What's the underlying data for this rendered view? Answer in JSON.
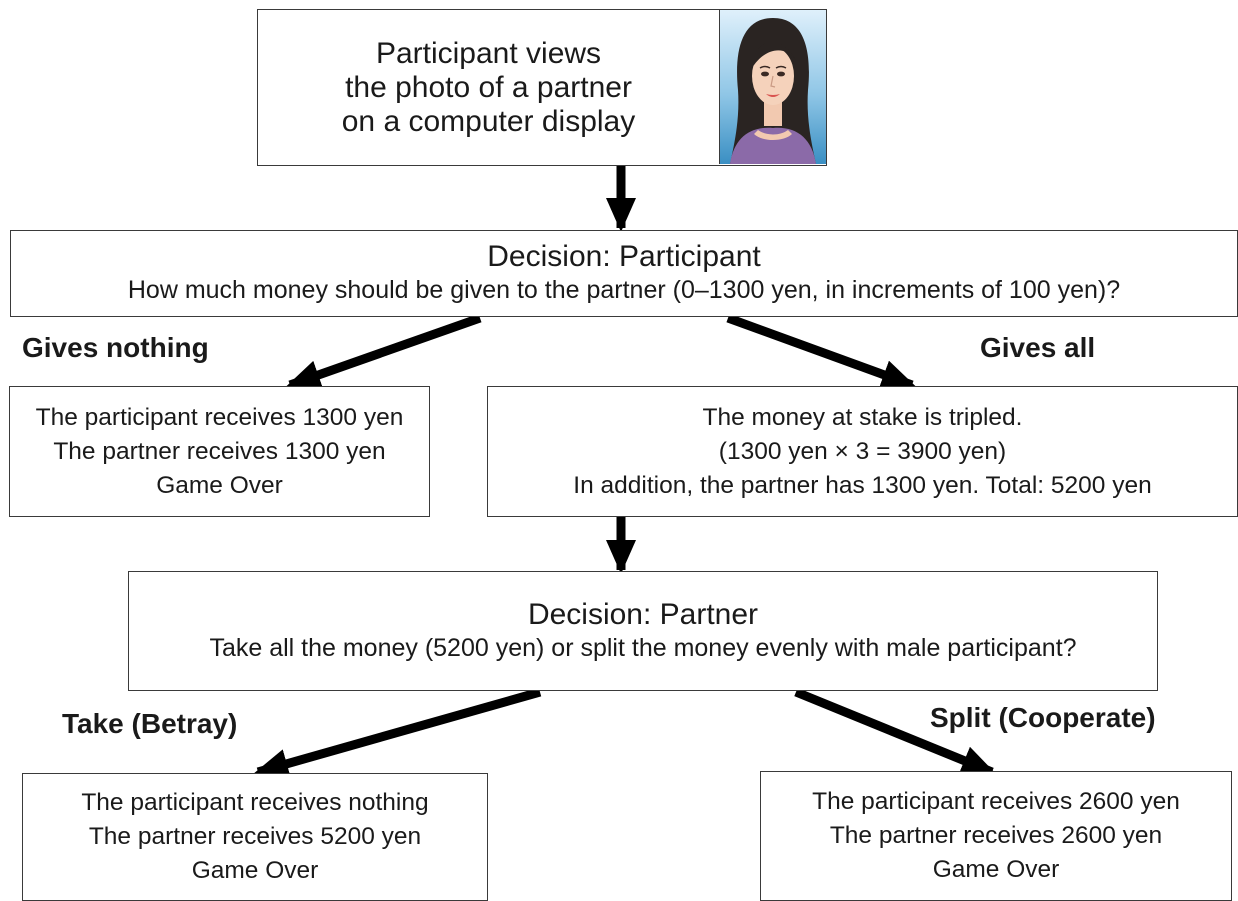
{
  "start": {
    "lines": [
      "Participant views",
      "the photo of a partner",
      "on a computer display"
    ]
  },
  "decision_participant": {
    "title": "Decision: Participant",
    "question": "How much money should be given to the partner (0–1300 yen, in increments of 100 yen)?"
  },
  "branch_labels": {
    "gives_nothing": "Gives nothing",
    "gives_all": "Gives all",
    "take": "Take (Betray)",
    "split": "Split (Cooperate)"
  },
  "outcome_nothing": {
    "lines": [
      "The participant receives 1300 yen",
      "The partner receives 1300 yen",
      "Game Over"
    ]
  },
  "outcome_all": {
    "lines": [
      "The money at stake is tripled.",
      "(1300 yen × 3 = 3900 yen)",
      "In addition, the partner has 1300 yen. Total: 5200 yen"
    ]
  },
  "decision_partner": {
    "title": "Decision: Partner",
    "question": "Take all the money (5200 yen) or split the money evenly with male participant?"
  },
  "outcome_take": {
    "lines": [
      "The participant receives nothing",
      "The partner receives 5200 yen",
      "Game Over"
    ]
  },
  "outcome_split": {
    "lines": [
      "The participant receives 2600 yen",
      "The  partner receives 2600 yen",
      "Game Over"
    ]
  }
}
